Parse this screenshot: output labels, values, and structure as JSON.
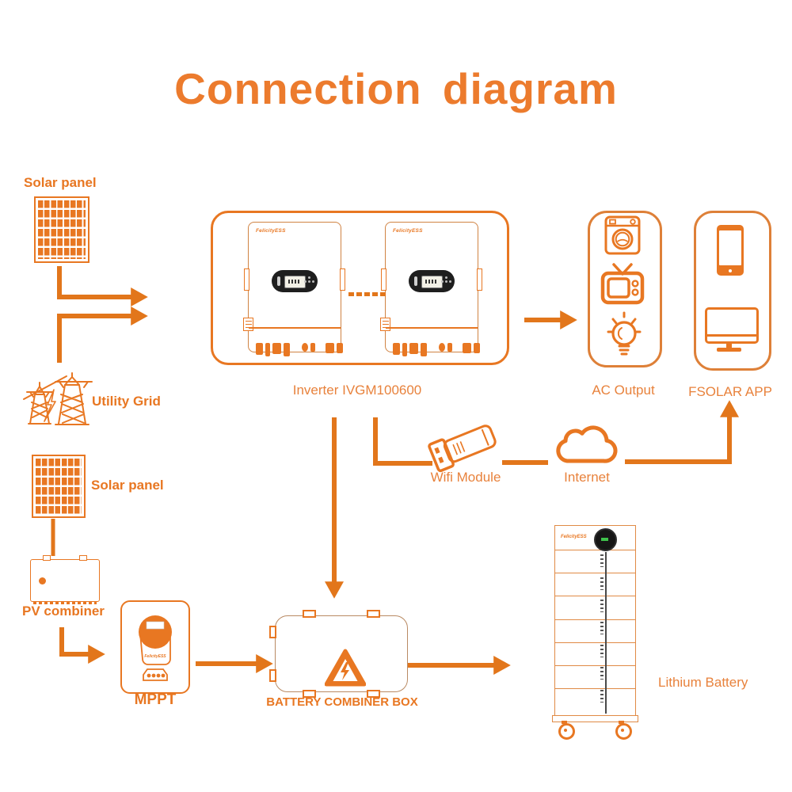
{
  "title": "Connection diagram",
  "brand": "FelicityESS",
  "labels": {
    "solar_panel_top": "Solar panel",
    "utility_grid": "Utility Grid",
    "solar_panel_bottom": "Solar panel",
    "pv_combiner": "PV combiner",
    "mppt": "MPPT",
    "inverter": "Inverter IVGM100600",
    "ac_output": "AC Output",
    "fsolar_app": "FSOLAR APP",
    "wifi_module": "Wifi Module",
    "internet": "Internet",
    "battery_combiner_box": "BATTERY COMBINER BOX",
    "lithium_battery": "Lithium Battery"
  },
  "colors": {
    "accent": "#E87722",
    "arrow": "#E2761B",
    "title": "#EC7B2D"
  }
}
